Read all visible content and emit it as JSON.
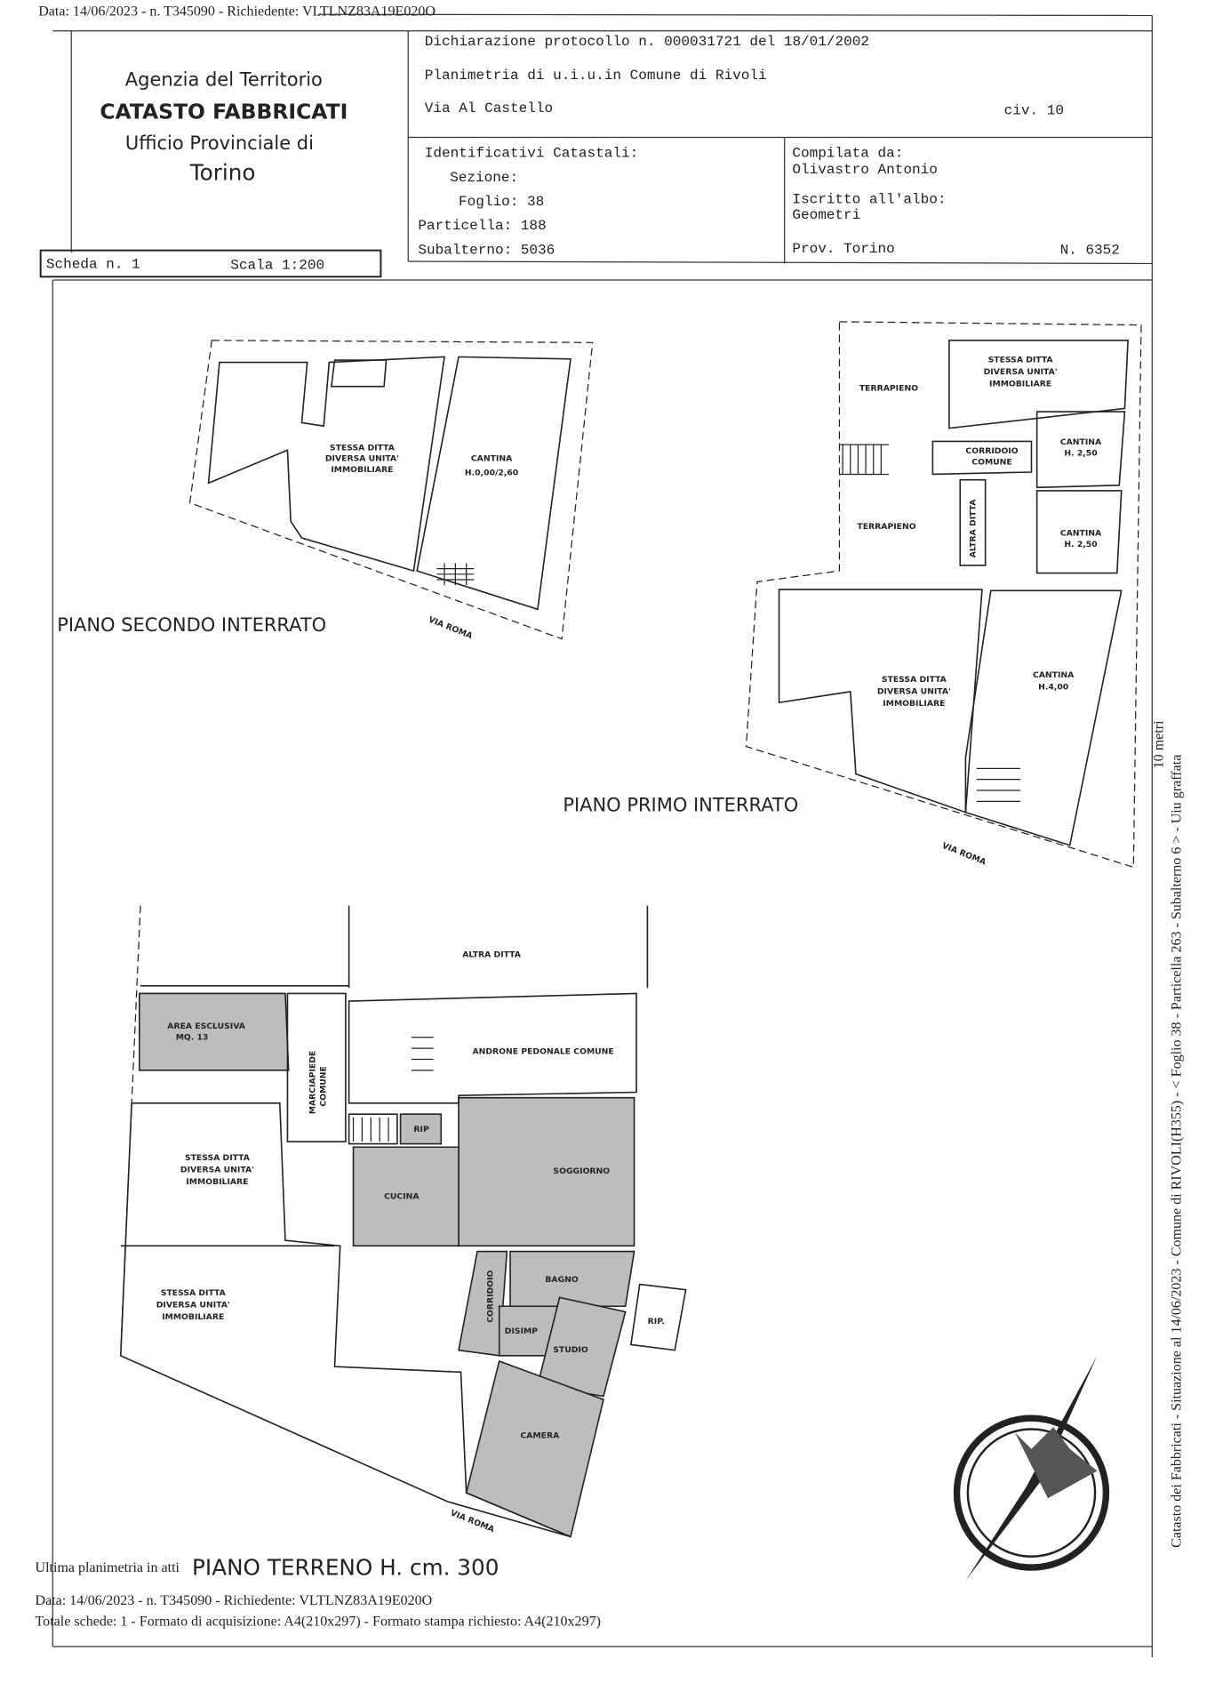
{
  "top_stamp": "Data: 14/06/2023 - n. T345090 - Richiedente: VLTLNZ83A19E020O",
  "agency": {
    "line1": "Agenzia del Territorio",
    "line2": "CATASTO FABBRICATI",
    "line3": "Ufficio Provinciale di",
    "line4": "Torino"
  },
  "scheda": {
    "label": "Scheda n. 1",
    "scale": "Scala 1:200"
  },
  "declaration": {
    "protocol": "Dichiarazione protocollo n. 000031721 del 18/01/2002",
    "planimetria": "Planimetria di u.i.u.in Comune di Rivoli",
    "address": "Via Al Castello",
    "civic": "civ. 10"
  },
  "identifiers": {
    "title": "Identificativi Catastali:",
    "sezione": "Sezione:",
    "foglio": "Foglio: 38",
    "particella": "Particella: 188",
    "subalterno": "Subalterno: 5036"
  },
  "compiler": {
    "title": "Compilata da:",
    "name": "Olivastro Antonio",
    "albo_label": "Iscritto all'albo:",
    "albo": "Geometri",
    "province": "Prov. Torino",
    "number": "N.  6352"
  },
  "plans": {
    "second_basement": {
      "title": "PIANO SECONDO INTERRATO",
      "rooms": [
        "STESSA DITTA",
        "DIVERSA UNITA'",
        "IMMOBILIARE",
        "CANTINA",
        "H.0,00/2,60"
      ],
      "street": "VIA ROMA"
    },
    "first_basement": {
      "title": "PIANO PRIMO INTERRATO",
      "rooms": [
        "TERRAPIENO",
        "STESSA DITTA",
        "DIVERSA UNITA'",
        "IMMOBILIARE",
        "CANTINA",
        "H. 2,50",
        "CORRIDOIO",
        "COMUNE",
        "ALTRA DITTA",
        "TERRAPIENO",
        "CANTINA",
        "H. 2,50",
        "STESSA DITTA",
        "DIVERSA UNITA'",
        "IMMOBILIARE",
        "CANTINA",
        "H.4,00"
      ],
      "street": "VIA ROMA"
    },
    "ground": {
      "title": "PIANO TERRENO H. cm. 300",
      "rooms": [
        "ALTRA DITTA",
        "AREA ESCLUSIVA",
        "MQ. 13",
        "ANDRONE PEDONALE COMUNE",
        "MARCIAPIEDE",
        "COMUNE",
        "RIP",
        "STESSA DITTA",
        "DIVERSA UNITA'",
        "IMMOBILIARE",
        "CUCINA",
        "SOGGIORNO",
        "STESSA DITTA",
        "DIVERSA UNITA'",
        "IMMOBILIARE",
        "CORRIDOIO",
        "BAGNO",
        "DISIMP",
        "STUDIO",
        "RIP.",
        "CAMERA"
      ],
      "street": "VIA ROMA"
    }
  },
  "overlay_text": "Ultima planimetria in atti",
  "footer": {
    "line1": "Data: 14/06/2023 - n. T345090 - Richiedente: VLTLNZ83A19E020O",
    "line2": "Totale schede: 1 - Formato di acquisizione: A4(210x297)  - Formato stampa richiesto: A4(210x297)"
  },
  "side_text": "Catasto dei Fabbricati - Situazione al 14/06/2023 - Comune di RIVOLI(H355) - < Foglio 38 - Particella 263 - Subalterno 6 > - Uiu graffata",
  "side_stamp": "10 metri",
  "compass_icon": "north-arrow-icon"
}
